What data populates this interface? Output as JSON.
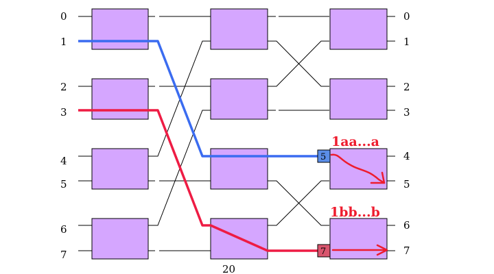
{
  "network": {
    "input_labels": [
      "0",
      "1",
      "2",
      "3",
      "4",
      "5",
      "6",
      "7"
    ],
    "output_labels": [
      "0",
      "1",
      "2",
      "3",
      "4",
      "5",
      "6",
      "7"
    ],
    "stage_label": "20"
  },
  "paths": {
    "blue": {
      "color": "#3b6cf0",
      "tag": "5",
      "tag_fill": "#5b8ee8",
      "annotation": "1aa...a"
    },
    "red": {
      "color": "#ee1c44",
      "tag": "7",
      "tag_fill": "#d9566e",
      "annotation": "1bb...b"
    }
  },
  "colors": {
    "switch_box": "#d5a6ff",
    "annotation": "#ee1c2e"
  }
}
